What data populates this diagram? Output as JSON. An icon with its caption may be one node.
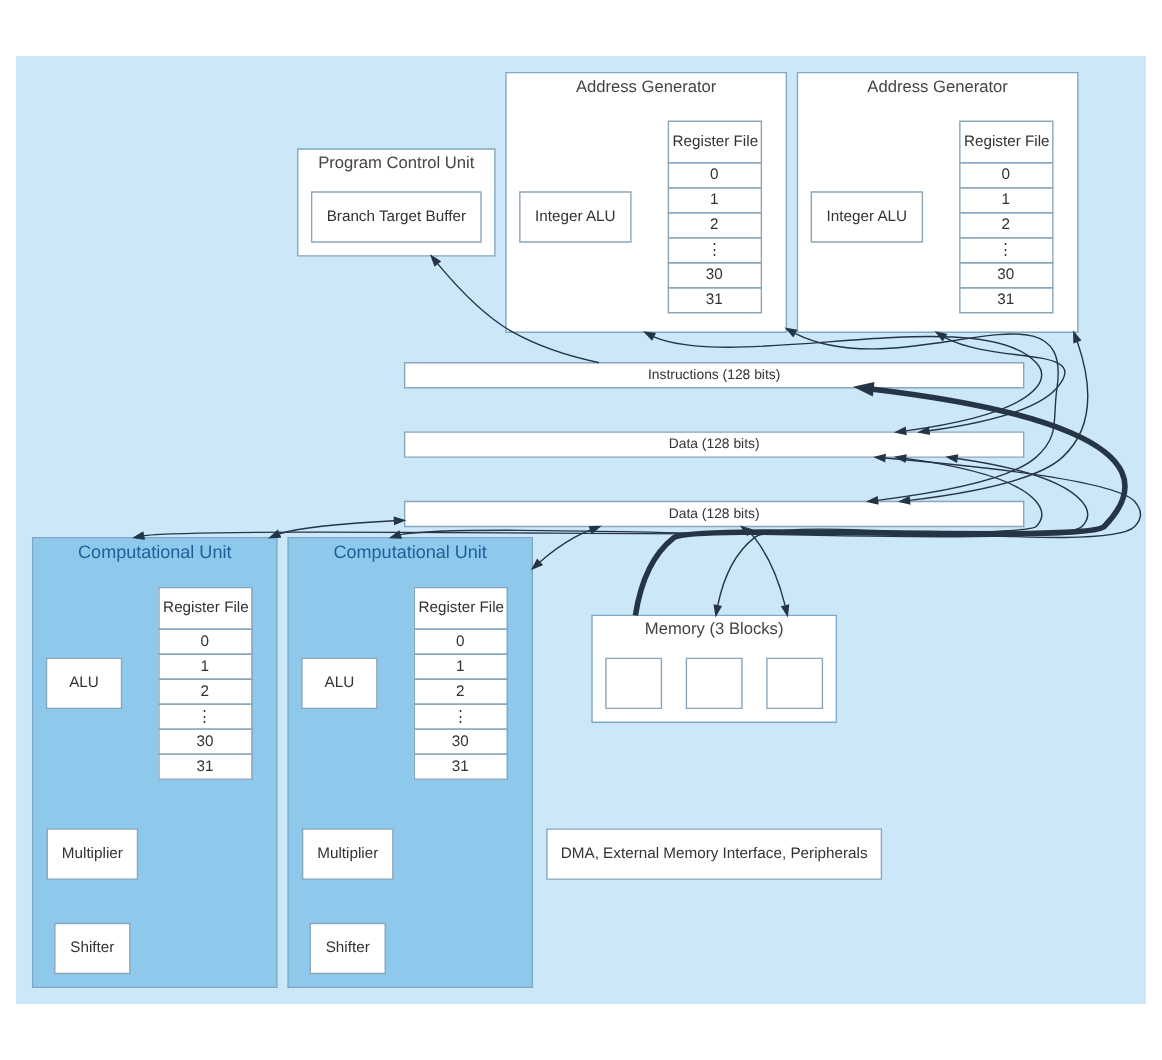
{
  "diagram": {
    "nodes": [
      {
        "text": [
          "Program Control Unit"
        ]
      },
      {
        "text": [
          "Branch Target Buffer"
        ],
        "in": 0
      },
      {
        "text": [
          "Address Generator"
        ]
      },
      {
        "text": [
          "Register File",
          "0",
          "1",
          "2",
          "⋮",
          "30",
          "31"
        ],
        "in": 2
      },
      {
        "text": [
          "Integer ALU"
        ],
        "in": 2
      },
      {
        "text": [
          "Address Generator"
        ]
      },
      {
        "text": [
          "Register File",
          "0",
          "1",
          "2",
          "⋮",
          "30",
          "31"
        ],
        "in": 5
      },
      {
        "text": [
          "Integer ALU"
        ],
        "in": 5
      },
      {
        "text": [
          "Instructions (128 bits)"
        ]
      },
      {
        "text": [
          "Data (128 bits)"
        ]
      },
      {
        "text": [
          "Data (128 bits)"
        ]
      },
      {
        "text": [
          "Computational Unit"
        ]
      },
      {
        "text": [
          "Register File",
          "0",
          "1",
          "2",
          "⋮",
          "30",
          "31"
        ],
        "in": 11
      },
      {
        "text": [
          "ALU"
        ],
        "in": 11
      },
      {
        "text": [
          "Multiplier"
        ],
        "in": 11
      },
      {
        "text": [
          "Shifter"
        ],
        "in": 11
      },
      {
        "text": [
          "Computational Unit"
        ]
      },
      {
        "text": [
          "Register File",
          "0",
          "1",
          "2",
          "⋮",
          "30",
          "31"
        ],
        "in": 16
      },
      {
        "text": [
          "ALU"
        ],
        "in": 16
      },
      {
        "text": [
          "Multiplier"
        ],
        "in": 16
      },
      {
        "text": [
          "Shifter"
        ],
        "in": 16
      },
      {
        "text": [
          "Memory (3 Blocks)"
        ]
      },
      {
        "text": [],
        "shape": "box",
        "in": 21
      },
      {
        "text": [],
        "shape": "box",
        "in": 21
      },
      {
        "text": [],
        "shape": "box",
        "in": 21
      },
      {
        "text": [
          "DMA, External Memory Interface, Peripherals"
        ]
      }
    ],
    "edges": [
      {
        "from": 8,
        "to": 0,
        "arrow": "to"
      },
      {
        "from": 10,
        "to": 2,
        "arrow": "both"
      },
      {
        "from": 9,
        "to": 2,
        "arrow": "both"
      },
      {
        "from": 10,
        "to": 5,
        "arrow": "both"
      },
      {
        "from": 9,
        "to": 5,
        "arrow": "both"
      },
      {
        "from": 11,
        "to": 10,
        "arrow": "both"
      },
      {
        "from": 11,
        "to": 9,
        "arrow": "both"
      },
      {
        "from": 16,
        "to": 10,
        "arrow": "both"
      },
      {
        "from": 16,
        "to": 9,
        "arrow": "both"
      },
      {
        "from": 21,
        "to": 10,
        "arrow": "both"
      },
      {
        "from": 21,
        "to": 9,
        "arrow": "both"
      },
      {
        "from": 21,
        "to": 8,
        "arrow": "to",
        "style": "thick"
      }
    ]
  }
}
